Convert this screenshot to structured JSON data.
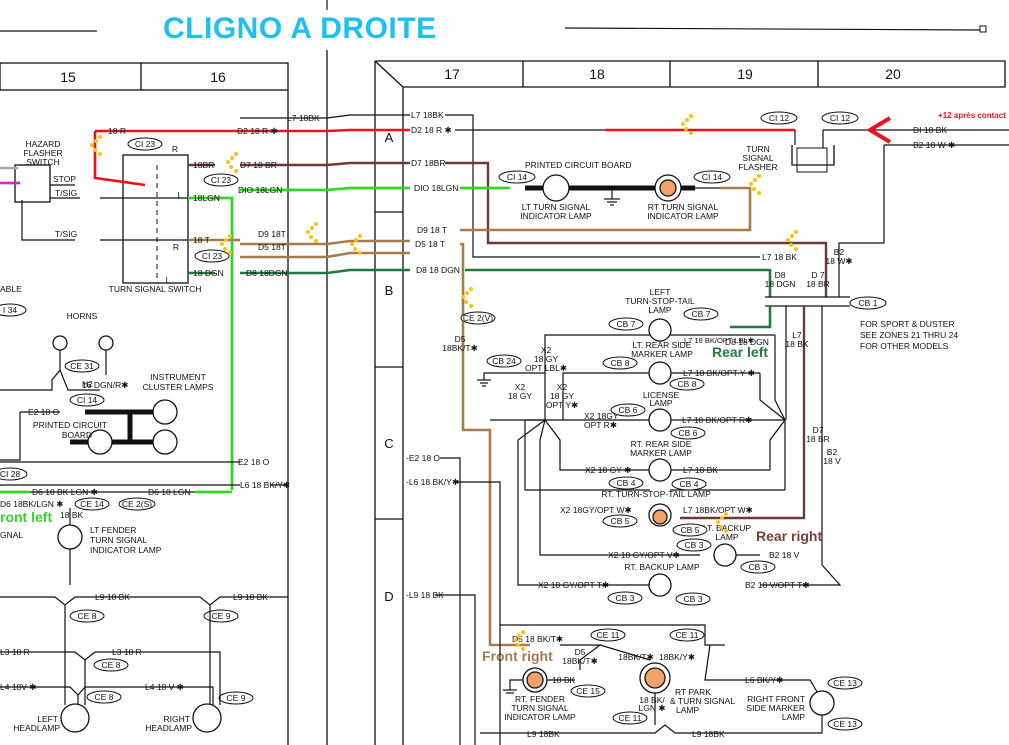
{
  "title": "CLIGNO  A  DROITE",
  "annotations": {
    "plus12": "+12 après contact",
    "rear_left": "Rear left",
    "rear_right": "Rear right",
    "front_left": "ront left",
    "front_right": "Front right"
  },
  "colors": {
    "title": "#1ec0f0",
    "red": "#e8141b",
    "brown": "#6b3a36",
    "light_green": "#33d626",
    "dark_green": "#1f7a3c",
    "tan": "#a67c4f",
    "highlight_lamp": "#f4a06a",
    "marker_dots": "#f7c21c"
  },
  "zones": [
    "15",
    "16",
    "17",
    "18",
    "19",
    "20"
  ],
  "rows": [
    "A",
    "B",
    "C",
    "D"
  ],
  "wires": {
    "l7": "L7 18BK",
    "d2": "D2 18 R ✱",
    "d7": "D7 18BR",
    "d10": "DIO 18LGN",
    "d9": "D9 18 T",
    "d5": "D5 18 T",
    "d8": "D8 18 DGN",
    "d1": "DI 18 BK",
    "b2": "B2 18 W ✱",
    "r18": "18 R",
    "br18": "18BR",
    "lgn18": "18LGN",
    "t18": "18 T",
    "dgn18": "18 DGN",
    "d7_left": "D7 18 BR",
    "d10_left": "DIO 18LGN",
    "d9_left": "D9 18T",
    "d5_left": "D5 18T",
    "d8_left": "D8 18DGN",
    "e2": "E2 18 O",
    "e2_mid": "-E2 18 O",
    "l6": "L6 18 BK/Y✱",
    "l6_mid": "-L6 18 BK/Y✱",
    "l9_mid": "-L9 18 BK",
    "d6a": "D6 18 BK LGN ✱",
    "d6b": "D6 18 LGN",
    "d6c": "D6 18BK/LGN ✱",
    "bk18": "18 BK",
    "h2": "H2",
    "h2b": "16 DGN/R✱",
    "l9a": "L9 18 BK",
    "l9b": "L9 18 BK",
    "l3a": "L3 18 R",
    "l3b": "L3 18 R",
    "l4a": "L4 18V ✱",
    "l4b": "L4 18 V ✱",
    "l7_cb": "L7 18 BK",
    "d8_cb1": "D8",
    "d8_cb2": "18 DGN",
    "d7_cb1": "D 7",
    "d7_cb2": "18 BR",
    "b2_cb1": "B2",
    "b2_cb2": "18 W✱",
    "d8_rear": "D8 18 DGN",
    "l7_lbl": "L7 18 BK/OPT LBL✱",
    "l7_y": "L7 18 BK/OPT Y ✱",
    "l7_r": "L7 18 BK/OPT R✱",
    "l7_bk": "L7 18 BK",
    "l7_w": "L7 18BK/OPT W✱",
    "l7_v1": "L7",
    "l7_v2": "18 BK",
    "d7_v1": "D7",
    "d7_v2": "18 BR",
    "b2_v1": "B2",
    "b2_v2": "18 V",
    "x2_gy1": "X2",
    "x2_gy2": "18 GY",
    "x2_lbl1": "X2",
    "x2_lbl2": "18 GY",
    "x2_lbl3": "OPT LBL✱",
    "x2_y1": "X2",
    "x2_y2": "18  GY",
    "x2_y3": "OPT Y✱",
    "x2_r1": "X2 18GY",
    "x2_r2": "OPT R✱",
    "x2_s": "X2 18 GY ✱",
    "x2_w": "X2 18GY/OPT W✱",
    "x2_v": "X2 18 GY/OPT V✱",
    "x2_t": "X2 18 GY/OPT T✱",
    "b2_v": "B2 18 V",
    "b2_t": "B2 18 V/OPT T✱",
    "d5_v1": "D5",
    "d5_v2": "18BK/T✱",
    "d5_fr": "D5 18 BK/T✱",
    "d5_fr2a": "D5",
    "d5_fr2b": "18BK/T✱",
    "bkt": "18BK/T✱",
    "bky": "18BK/Y✱",
    "bk_fender": "18 BK",
    "bk_lgn1": "18 BK/",
    "bk_lgn2": "LGN ✱",
    "l6_bky": "L6 BK/Y✱",
    "l9_bot1": "L9 18BK",
    "l9_bot2": "L9 18BK"
  },
  "connectors": {
    "ci12a": "CI 12",
    "ci12b": "CI 12",
    "ci23a": "CI 23",
    "ci23b": "CI 23",
    "ci23c": "CI 23",
    "ci14a": "CI 14",
    "ci14b": "CI 14",
    "ci14c": "CI 14",
    "cb1": "CB 1",
    "cb7a": "CB 7",
    "cb7b": "CB 7",
    "cb8a": "CB 8",
    "cb8b": "CB 8",
    "cb6a": "CB 6",
    "cb6b": "CB 6",
    "cb4a": "CB 4",
    "cb4b": "CB 4",
    "cb5a": "CB 5",
    "cb5b": "CB 5",
    "cb3a": "CB 3",
    "cb3b": "CB 3",
    "cb3c": "CB 3",
    "cb3d": "CB 3",
    "cb24": "CB 24",
    "ce2v": "CE 2(V)",
    "ce31": "CE 31",
    "ci34": "I 34",
    "ci28": "CI 28",
    "ce14": "CE 14",
    "ce2s": "CE 2(S)",
    "ce8a": "CE 8",
    "ce8b": "CE 8",
    "ce8c": "CE 8",
    "ce9a": "CE 9",
    "ce9b": "CE 9",
    "ce11a": "CE 11",
    "ce11b": "CE 11",
    "ce11c": "CE 11",
    "ce15": "CE 15",
    "ce13a": "CE 13",
    "ce13b": "CE 13"
  },
  "components": {
    "hazard": [
      "HAZARD",
      "FLASHER",
      "SWITCH"
    ],
    "stop": "STOP",
    "tsig": "T/SIG",
    "tsig2": "T/SIG",
    "turn_switch": "TURN SIGNAL SWITCH",
    "sw_r1": "R",
    "sw_l1": "L",
    "sw_r2": "R",
    "sw_l2": "L",
    "pcb": "PRINTED CIRCUIT BOARD",
    "lt_ind": [
      "LT TURN SIGNAL",
      "INDICATOR LAMP"
    ],
    "rt_ind": [
      "RT TURN SIGNAL",
      "INDICATOR LAMP"
    ],
    "flasher": [
      "TURN",
      "SIGNAL",
      "FLASHER"
    ],
    "cable": "ABLE",
    "horns": "HORNS",
    "cluster": [
      "INSTRUMENT",
      "CLUSTER  LAMPS"
    ],
    "pcb2": [
      "PRINTED CIRCUIT",
      "BOARD"
    ],
    "lt_fender": [
      "LT  FENDER",
      "TURN SIGNAL",
      "INDICATOR LAMP"
    ],
    "gnal": "GNAL",
    "left_headlamp": [
      "LEFT",
      "HEADLAMP"
    ],
    "right_headlamp": [
      "RIGHT",
      "HEADLAMP"
    ],
    "sport_note": [
      "FOR  SPORT & DUSTER",
      "SEE ZONES  21  THRU 24",
      "FOR  OTHER  MODELS"
    ],
    "left_tst": [
      "LEFT",
      "TURN-STOP-TAIL",
      "LAMP"
    ],
    "lt_rear_side": [
      "LT. REAR  SIDE",
      "MARKER LAMP"
    ],
    "license": [
      "LICENSE",
      "LAMP"
    ],
    "rt_rear_side": [
      "RT. REAR  SIDE",
      "MARKER LAMP"
    ],
    "rt_tst": "RT. TURN-STOP-TAIL  LAMP",
    "lt_backup": [
      "LT. BACKUP",
      "LAMP"
    ],
    "rt_backup": "RT. BACKUP LAMP",
    "rt_fender": [
      "RT.  FENDER",
      "TURN SIGNAL",
      "INDICATOR LAMP"
    ],
    "rt_park": [
      "RT  PARK",
      "& TURN SIGNAL",
      "LAMP"
    ],
    "rf_side": [
      "RIGHT FRONT",
      "SIDE MARKER",
      "LAMP"
    ]
  }
}
